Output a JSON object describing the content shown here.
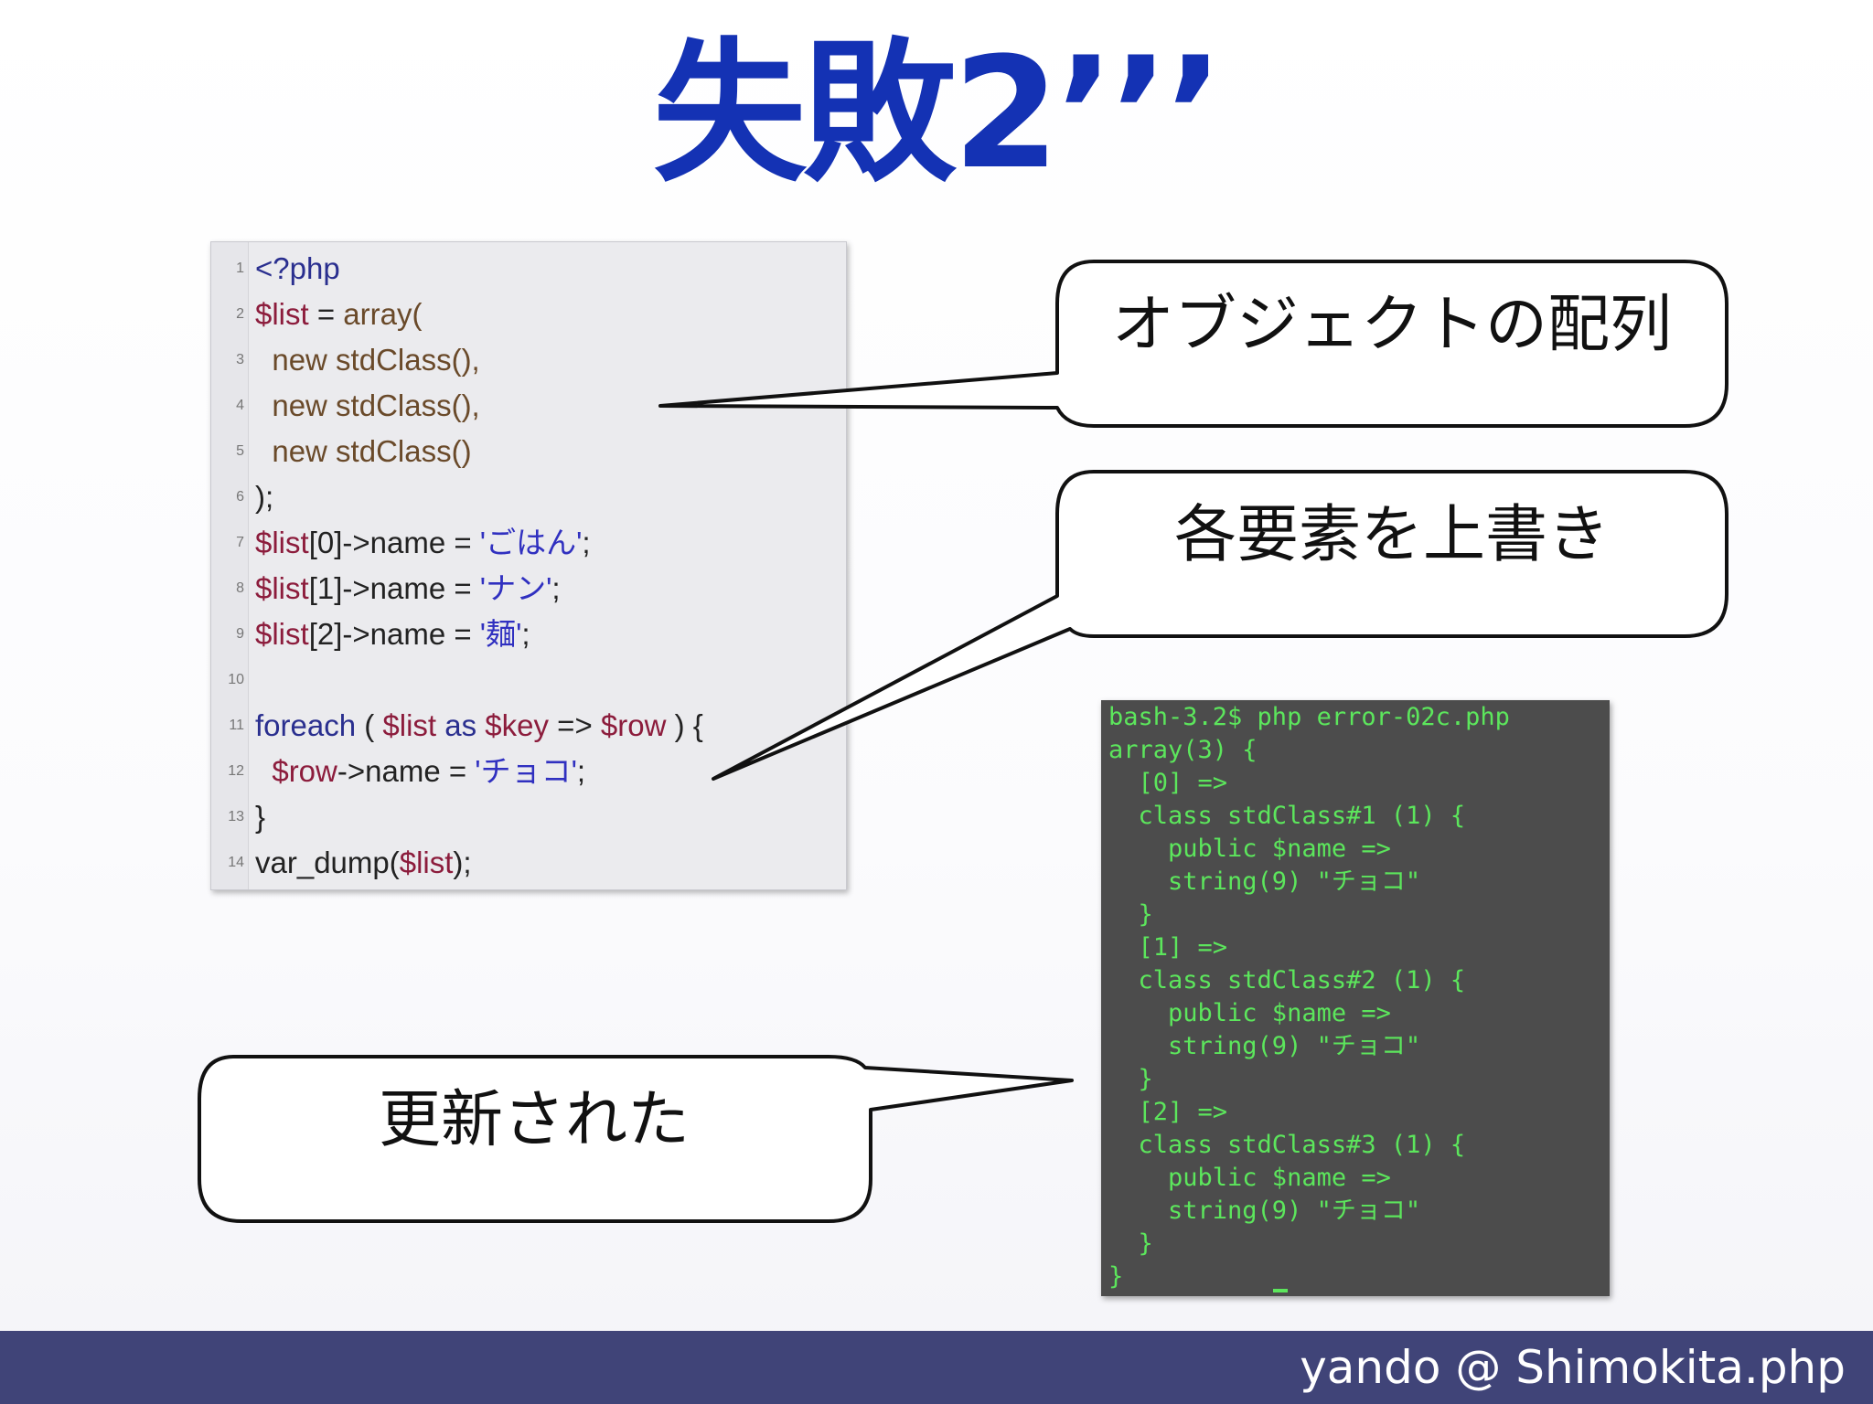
{
  "title": "失敗2’’’",
  "code_lines": [
    {
      "n": "1",
      "parts": [
        {
          "t": "<?php",
          "c": "#2a2f8f"
        }
      ]
    },
    {
      "n": "2",
      "parts": [
        {
          "t": "$list",
          "c": "#8c1c3c"
        },
        {
          "t": " = ",
          "c": "#222"
        },
        {
          "t": "array(",
          "c": "#6a4a2a"
        }
      ]
    },
    {
      "n": "3",
      "parts": [
        {
          "t": "  new stdClass(),",
          "c": "#6a4a2a"
        }
      ]
    },
    {
      "n": "4",
      "parts": [
        {
          "t": "  new stdClass(),",
          "c": "#6a4a2a"
        }
      ]
    },
    {
      "n": "5",
      "parts": [
        {
          "t": "  new stdClass()",
          "c": "#6a4a2a"
        }
      ]
    },
    {
      "n": "6",
      "parts": [
        {
          "t": ");",
          "c": "#222"
        }
      ]
    },
    {
      "n": "7",
      "parts": [
        {
          "t": "$list",
          "c": "#8c1c3c"
        },
        {
          "t": "[0]->name = ",
          "c": "#222"
        },
        {
          "t": "'ごはん'",
          "c": "#3030c0"
        },
        {
          "t": ";",
          "c": "#222"
        }
      ]
    },
    {
      "n": "8",
      "parts": [
        {
          "t": "$list",
          "c": "#8c1c3c"
        },
        {
          "t": "[1]->name = ",
          "c": "#222"
        },
        {
          "t": "'ナン'",
          "c": "#3030c0"
        },
        {
          "t": ";",
          "c": "#222"
        }
      ]
    },
    {
      "n": "9",
      "parts": [
        {
          "t": "$list",
          "c": "#8c1c3c"
        },
        {
          "t": "[2]->name = ",
          "c": "#222"
        },
        {
          "t": "'麺'",
          "c": "#3030c0"
        },
        {
          "t": ";",
          "c": "#222"
        }
      ]
    },
    {
      "n": "10",
      "parts": []
    },
    {
      "n": "11",
      "parts": [
        {
          "t": "foreach",
          "c": "#2a2f8f"
        },
        {
          "t": " ( ",
          "c": "#222"
        },
        {
          "t": "$list",
          "c": "#8c1c3c"
        },
        {
          "t": " as ",
          "c": "#2a2f8f"
        },
        {
          "t": "$key",
          "c": "#8c1c3c"
        },
        {
          "t": " => ",
          "c": "#222"
        },
        {
          "t": "$row",
          "c": "#8c1c3c"
        },
        {
          "t": " ) {",
          "c": "#222"
        }
      ]
    },
    {
      "n": "12",
      "parts": [
        {
          "t": "  $row",
          "c": "#8c1c3c"
        },
        {
          "t": "->name = ",
          "c": "#222"
        },
        {
          "t": "'チョコ'",
          "c": "#3030c0"
        },
        {
          "t": ";",
          "c": "#222"
        }
      ]
    },
    {
      "n": "13",
      "parts": [
        {
          "t": "}",
          "c": "#222"
        }
      ]
    },
    {
      "n": "14",
      "parts": [
        {
          "t": "var_dump(",
          "c": "#222"
        },
        {
          "t": "$list",
          "c": "#8c1c3c"
        },
        {
          "t": ");",
          "c": "#222"
        }
      ]
    }
  ],
  "callouts": {
    "objects_array": "オブジェクトの配列",
    "overwrite_each": "各要素を上書き",
    "updated": "更新された"
  },
  "terminal_lines": [
    "bash-3.2$ php error-02c.php",
    "array(3) {",
    "  [0] =>",
    "  class stdClass#1 (1) {",
    "    public $name =>",
    "    string(9) \"チョコ\"",
    "  }",
    "  [1] =>",
    "  class stdClass#2 (1) {",
    "    public $name =>",
    "    string(9) \"チョコ\"",
    "  }",
    "  [2] =>",
    "  class stdClass#3 (1) {",
    "    public $name =>",
    "    string(9) \"チョコ\"",
    "  }",
    "}"
  ],
  "footer": "yando @ Shimokita.php",
  "colors": {
    "title": "#1432b4",
    "footer_bg": "#404478",
    "terminal_bg": "#4c4c4c",
    "terminal_text": "#5ce65c"
  }
}
